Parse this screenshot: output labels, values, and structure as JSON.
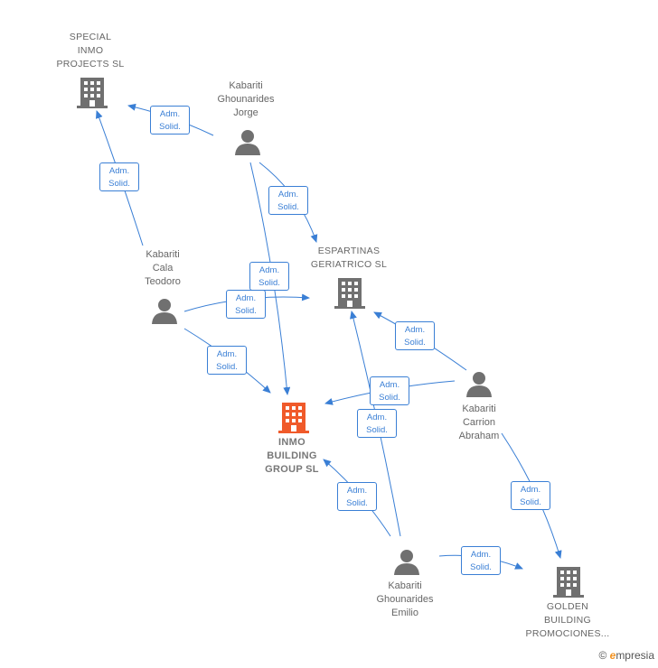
{
  "colors": {
    "edge": "#3a7fd5",
    "node_gray": "#707070",
    "focus": "#f05a2a"
  },
  "nodes": {
    "special_inmo": {
      "label": "SPECIAL\nINMO\nPROJECTS  SL",
      "kind": "company",
      "icon": "building-icon"
    },
    "espartinas": {
      "label": "ESPARTINAS\nGERIATRICO SL",
      "kind": "company",
      "icon": "building-icon"
    },
    "inmo_building": {
      "label": "INMO\nBUILDING\nGROUP  SL",
      "kind": "company-focus",
      "icon": "building-icon"
    },
    "golden_building": {
      "label": "GOLDEN\nBUILDING\nPROMOCIONES...",
      "kind": "company",
      "icon": "building-icon"
    },
    "jorge": {
      "label": "Kabariti\nGhounarides\nJorge",
      "kind": "person",
      "icon": "person-icon"
    },
    "teodoro": {
      "label": "Kabariti\nCala\nTeodoro",
      "kind": "person",
      "icon": "person-icon"
    },
    "abraham": {
      "label": "Kabariti\nCarrion\nAbraham",
      "kind": "person",
      "icon": "person-icon"
    },
    "emilio": {
      "label": "Kabariti\nGhounarides\nEmilio",
      "kind": "person",
      "icon": "person-icon"
    }
  },
  "edge_label": {
    "line1": "Adm.",
    "line2": "Solid."
  },
  "brand": {
    "copyright": "©",
    "name_initial": "e",
    "name_rest": "mpresia"
  }
}
